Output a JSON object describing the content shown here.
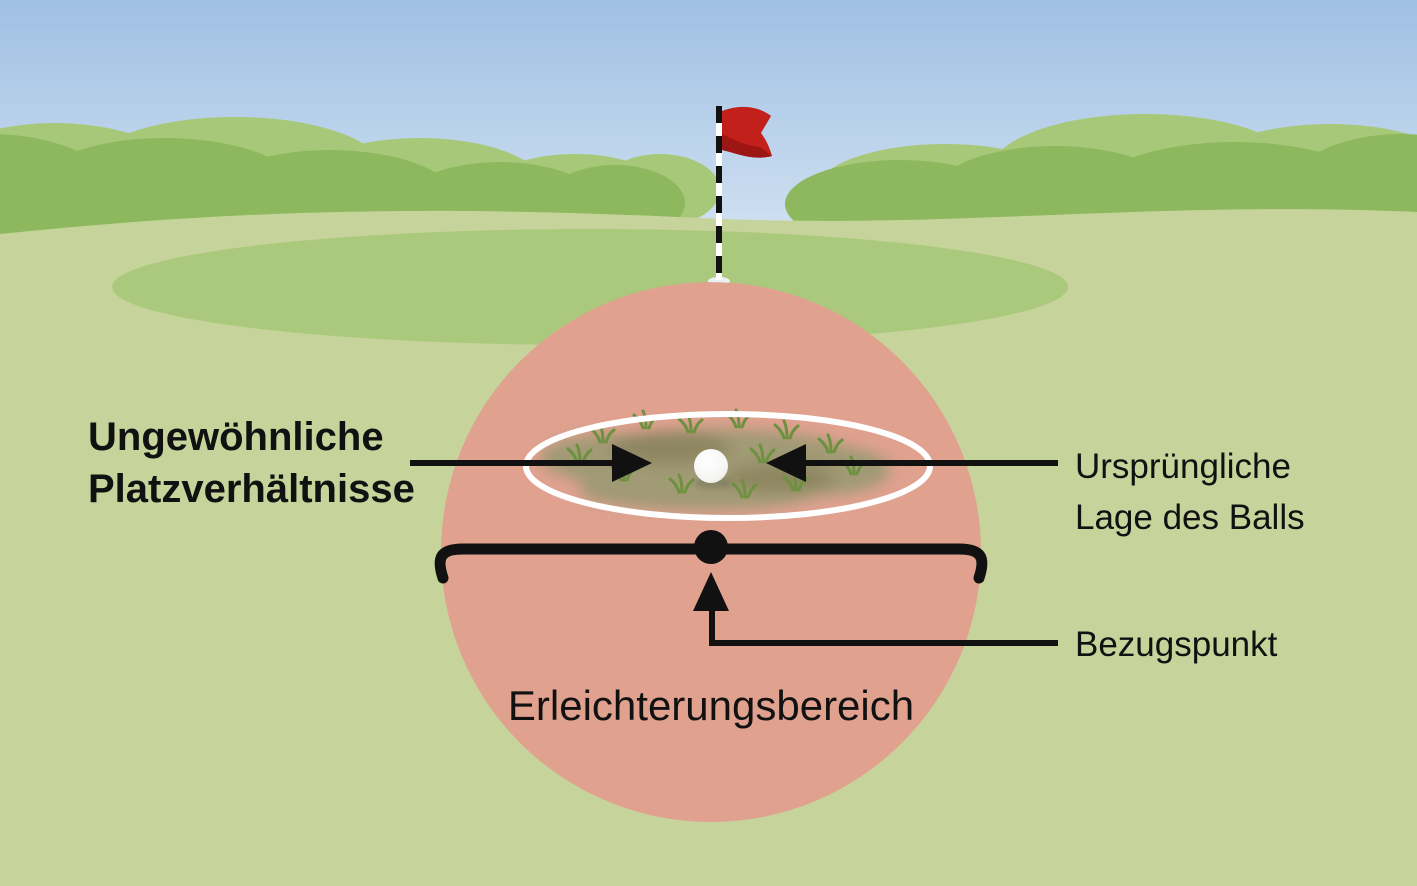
{
  "diagram": {
    "labels": {
      "abnormal_conditions_line1": "Ungewöhnliche",
      "abnormal_conditions_line2": "Platzverhältnisse",
      "original_lie_line1": "Ursprüngliche",
      "original_lie_line2": "Lage des Balls",
      "reference_point": "Bezugspunkt",
      "relief_area": "Erleichterungsbereich"
    },
    "colors": {
      "sky_top": "#9fbfe3",
      "sky_bottom": "#d9e7f4",
      "ground": "#c6d49b",
      "putting_green": "#abc97c",
      "bush_back": "#a7c878",
      "bush_front": "#8db85e",
      "flag_red": "#c2201a",
      "flag_red_dark": "#9c1613",
      "pole_white": "#ffffff",
      "hole_base": "#eceff1",
      "condition_patch": "#a09a74",
      "condition_patch_dark": "#8d8660",
      "grass_tuft": "#6e9140",
      "ring_white": "#ffffff",
      "relief_area": "#e0a18f",
      "line_black": "#111111",
      "ball_white": "#ffffff"
    }
  }
}
